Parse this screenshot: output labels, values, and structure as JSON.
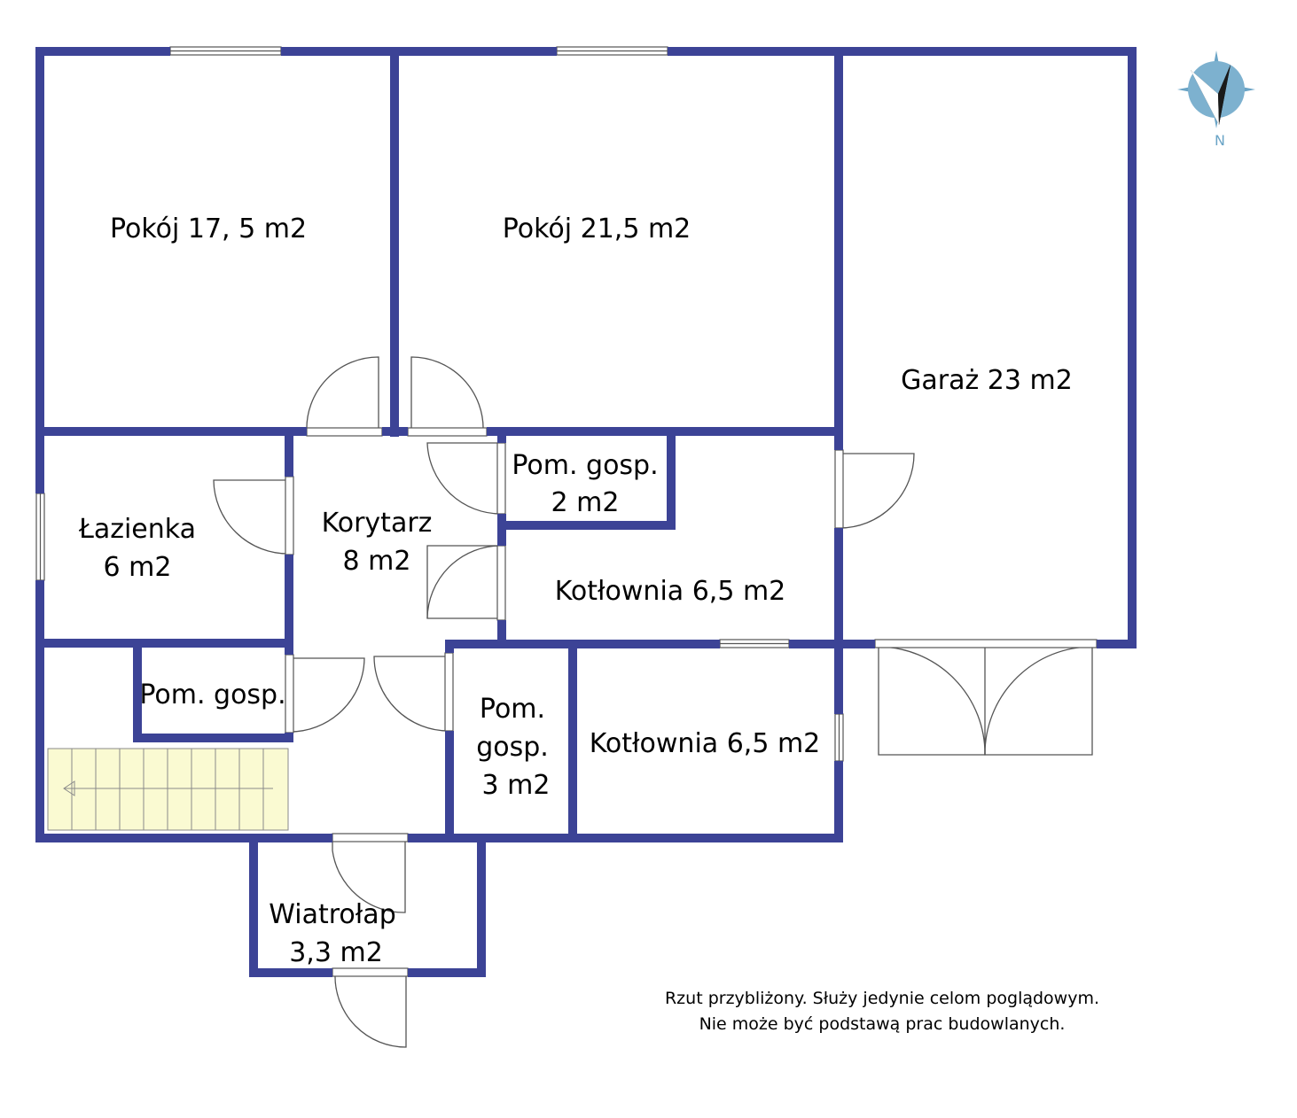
{
  "rooms": {
    "pokoj1": {
      "line1": "Pokój 17, 5 m2"
    },
    "pokoj2": {
      "line1": "Pokój 21,5 m2"
    },
    "garaz": {
      "line1": "Garaż 23 m2"
    },
    "lazienka": {
      "line1": "Łazienka",
      "line2": "6 m2"
    },
    "korytarz": {
      "line1": "Korytarz",
      "line2": "8 m2"
    },
    "pom_gosp_2": {
      "line1": "Pom. gosp.",
      "line2": "2 m2"
    },
    "kotlownia_1": {
      "line1": "Kotłownia 6,5 m2"
    },
    "pom_gosp": {
      "line1": "Pom. gosp."
    },
    "pom_gosp_3": {
      "line1": "Pom.",
      "line2": "gosp.",
      "line3": "3 m2"
    },
    "kotlownia_2": {
      "line1": "Kotłownia 6,5 m2"
    },
    "wiatrolap": {
      "line1": "Wiatrołap",
      "line2": "3,3 m2"
    }
  },
  "note": {
    "line1": "Rzut przybliżony. Służy jedynie celom poglądowym.",
    "line2": "Nie może być podstawą prac budowlanych."
  },
  "compass": {
    "north_letter": "N"
  },
  "colors": {
    "wall": "#3c4396",
    "stairs": "#fafad2",
    "compass": "#6aa4c6"
  }
}
